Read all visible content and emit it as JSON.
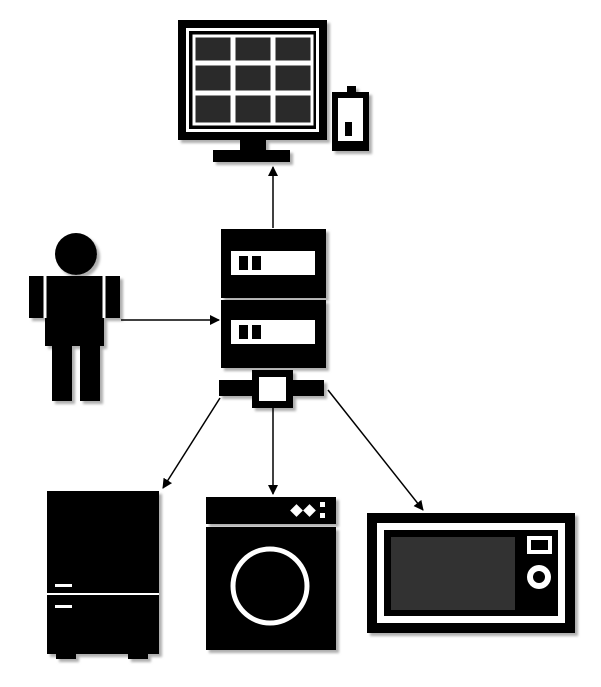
{
  "diagram": {
    "colors": {
      "background": "#ffffff",
      "ink": "#000000",
      "screen_dark": "#333333",
      "shadow": "#9a9a9a"
    },
    "nodes": [
      {
        "id": "monitor",
        "icon": "monitor-icon"
      },
      {
        "id": "phone",
        "icon": "smartphone-icon"
      },
      {
        "id": "person",
        "icon": "person-icon"
      },
      {
        "id": "server",
        "icon": "server-icon"
      },
      {
        "id": "network-hub",
        "icon": "network-connector-icon"
      },
      {
        "id": "refrigerator",
        "icon": "refrigerator-icon"
      },
      {
        "id": "washing-machine",
        "icon": "washing-machine-icon"
      },
      {
        "id": "microwave",
        "icon": "microwave-icon"
      }
    ],
    "edges": [
      {
        "from": "server",
        "to": "monitor"
      },
      {
        "from": "person",
        "to": "server"
      },
      {
        "from": "network-hub",
        "to": "refrigerator"
      },
      {
        "from": "network-hub",
        "to": "washing-machine"
      },
      {
        "from": "network-hub",
        "to": "microwave"
      }
    ]
  }
}
